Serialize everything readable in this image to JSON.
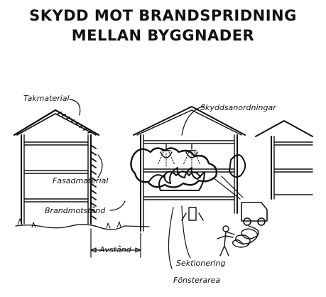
{
  "title": {
    "line1": "SKYDD MOT BRANDSPRIDNING",
    "line2": "MELLAN BYGGNADER"
  },
  "labels": {
    "takmaterial": "Takmaterial",
    "skyddsanordningar": "Skyddsanordningar",
    "fasadmaterial": "Fasadmaterial",
    "brandmotstand": "Brandmotstånd",
    "avstand": "Avstånd",
    "sektionering": "Sektionering",
    "fonsterarea": "Fönsterarea"
  },
  "colors": {
    "ink": "#111111",
    "background": "#ffffff"
  }
}
